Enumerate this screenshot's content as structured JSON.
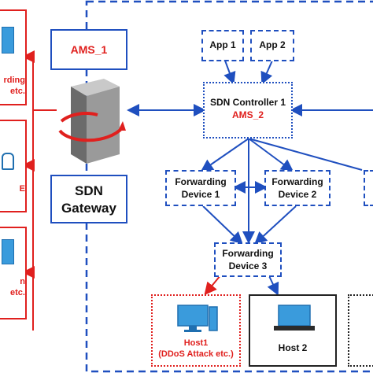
{
  "colors": {
    "blue": "#1f4fbf",
    "red": "#e0201e",
    "black": "#222222"
  },
  "left_panel": {
    "items": [
      {
        "partial_line1": "rding",
        "partial_line2": "etc."
      },
      {
        "partial_line1": "E",
        "partial_line2": ""
      },
      {
        "partial_line1": "n",
        "partial_line2": "etc."
      }
    ]
  },
  "ams1": {
    "label": "AMS_1"
  },
  "gateway": {
    "line1": "SDN",
    "line2": "Gateway",
    "icon": "server-tower-icon"
  },
  "apps": [
    {
      "label": "App 1"
    },
    {
      "label": "App 2"
    }
  ],
  "controller": {
    "line1": "SDN Controller 1",
    "line2": "AMS_2"
  },
  "forwarding_devices": [
    {
      "line1": "Forwarding",
      "line2": "Device 1"
    },
    {
      "line1": "Forwarding",
      "line2": "Device 2"
    },
    {
      "line1": "Forwarding",
      "line2": "Device 3"
    }
  ],
  "hosts": [
    {
      "line1": "Host1",
      "line2": "(DDoS Attack etc.)",
      "icon": "monitor-icon"
    },
    {
      "line1": "Host 2",
      "line2": "",
      "icon": "monitor-icon"
    }
  ]
}
